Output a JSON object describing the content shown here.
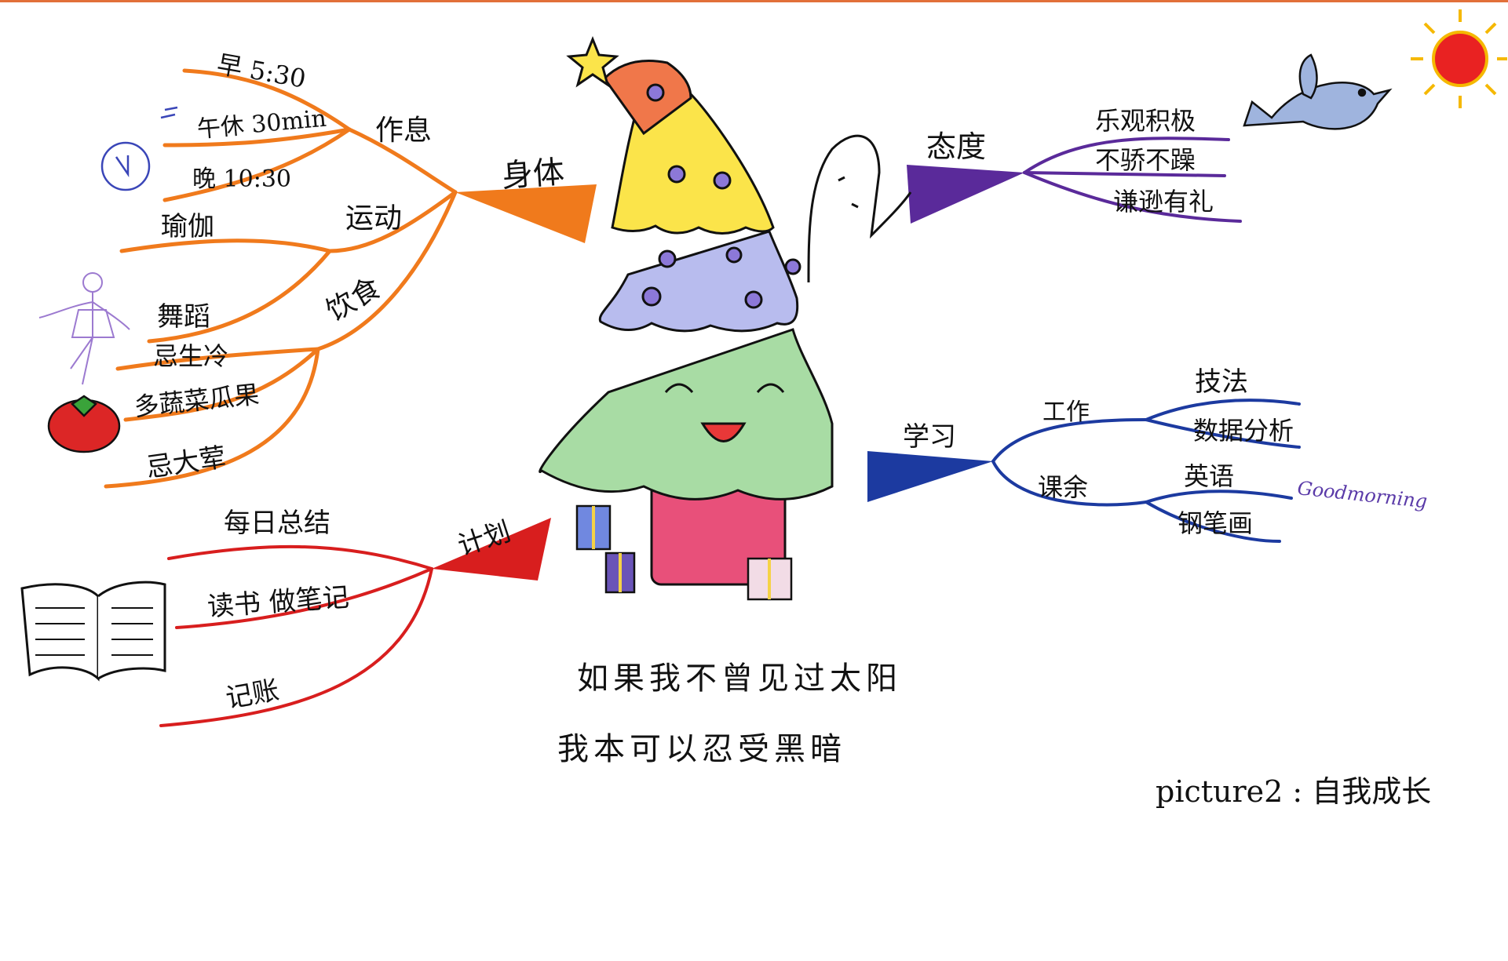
{
  "left_top_branch": {
    "title": "身体",
    "color": "#f07a1c",
    "groups": [
      {
        "label": "作息",
        "items": [
          "早 5:30",
          "午休 30min",
          "晚 10:30"
        ]
      },
      {
        "label": "运动",
        "items": [
          "瑜伽",
          "舞蹈"
        ]
      },
      {
        "label": "饮食",
        "items": [
          "忌生冷",
          "多蔬菜瓜果",
          "忌大荤"
        ]
      }
    ]
  },
  "left_bottom_branch": {
    "title": "计划",
    "color": "#d81e1e",
    "items": [
      "每日总结",
      "读书 做笔记",
      "记账"
    ]
  },
  "right_top_branch": {
    "title": "态度",
    "color": "#5a2a9a",
    "items": [
      "乐观积极",
      "不骄不躁",
      "谦逊有礼"
    ]
  },
  "right_bottom_branch": {
    "title": "学习",
    "color": "#1c3aa0",
    "groups": [
      {
        "label": "工作",
        "items": [
          "技法",
          "数据分析"
        ]
      },
      {
        "label": "课余",
        "items": [
          "英语",
          "钢笔画"
        ]
      }
    ],
    "annotation": "Goodmorning"
  },
  "poem": [
    "如果我不曾见过太阳",
    "我本可以忍受黑暗"
  ],
  "caption": "picture2 : 自我成长",
  "doodles": [
    "sun-icon",
    "bird-icon",
    "clock-icon",
    "dancer-icon",
    "tomato-icon",
    "book-icon",
    "gift-icon",
    "christmas-tree-icon"
  ]
}
